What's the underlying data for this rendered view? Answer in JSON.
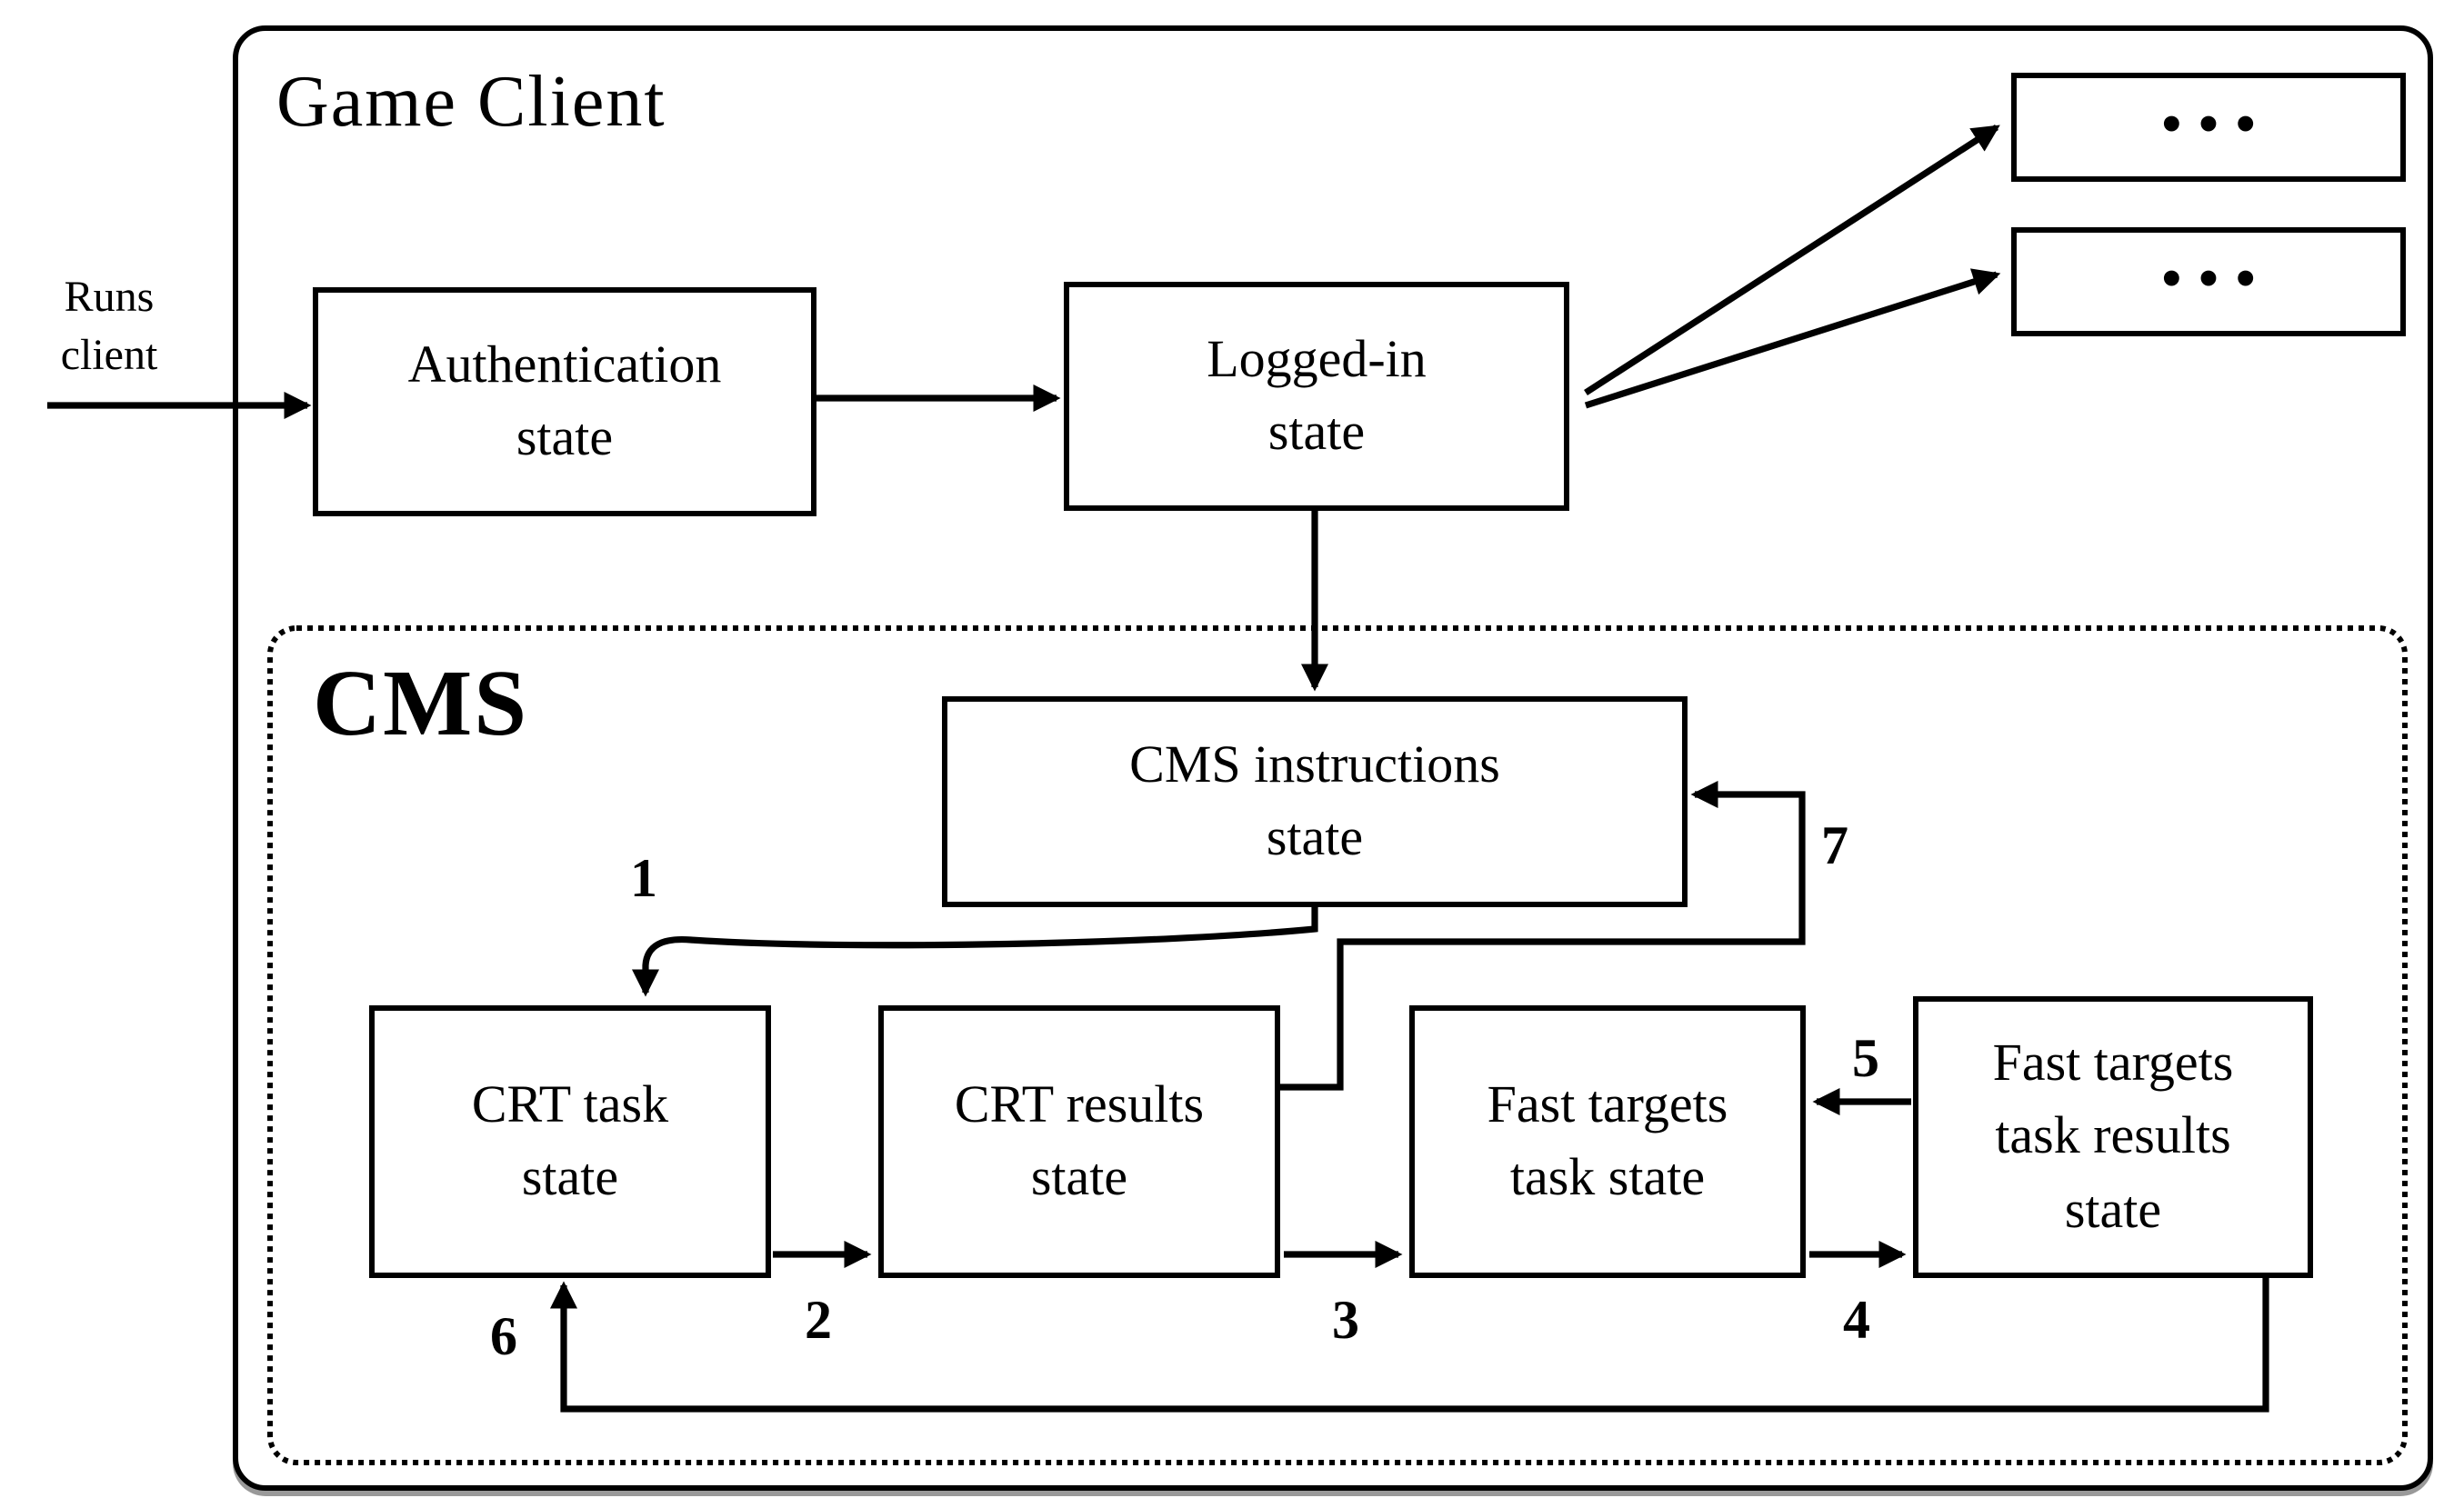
{
  "palette": {
    "ink": "#000000",
    "background": "#ffffff"
  },
  "game_client": {
    "label": "Game Client"
  },
  "external": {
    "runs_client_label": "Runs\nclient"
  },
  "cms": {
    "label": "CMS"
  },
  "nodes": {
    "authentication": {
      "label": "Authentication\nstate"
    },
    "logged_in": {
      "label": "Logged-in\nstate"
    },
    "placeholder_top": {
      "label": "•••"
    },
    "placeholder_bottom": {
      "label": "•••"
    },
    "cms_instructions": {
      "label": "CMS instructions\nstate"
    },
    "crt_task": {
      "label": "CRT task\nstate"
    },
    "crt_results": {
      "label": "CRT results\nstate"
    },
    "fast_targets_task": {
      "label": "Fast targets\ntask state"
    },
    "fast_targets_results": {
      "label": "Fast targets\ntask results\nstate"
    }
  },
  "edges": {
    "step1": {
      "label": "1"
    },
    "step2": {
      "label": "2"
    },
    "step3": {
      "label": "3"
    },
    "step4": {
      "label": "4"
    },
    "step5": {
      "label": "5"
    },
    "step6": {
      "label": "6"
    },
    "step7": {
      "label": "7"
    }
  }
}
